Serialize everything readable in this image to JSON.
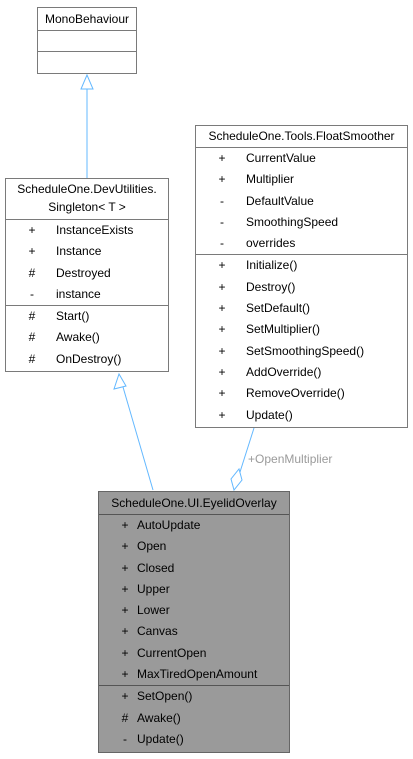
{
  "mono": {
    "title": "MonoBehaviour"
  },
  "singleton": {
    "title_line1": "ScheduleOne.DevUtilities.",
    "title_line2": "Singleton< T >",
    "attributes": [
      {
        "vis": "+",
        "name": "InstanceExists"
      },
      {
        "vis": "+",
        "name": "Instance"
      },
      {
        "vis": "#",
        "name": "Destroyed"
      },
      {
        "vis": "-",
        "name": "instance"
      }
    ],
    "methods": [
      {
        "vis": "#",
        "name": "Start()"
      },
      {
        "vis": "#",
        "name": "Awake()"
      },
      {
        "vis": "#",
        "name": "OnDestroy()"
      }
    ]
  },
  "smoother": {
    "title": "ScheduleOne.Tools.FloatSmoother",
    "attributes": [
      {
        "vis": "+",
        "name": "CurrentValue"
      },
      {
        "vis": "+",
        "name": "Multiplier"
      },
      {
        "vis": "-",
        "name": "DefaultValue"
      },
      {
        "vis": "-",
        "name": "SmoothingSpeed"
      },
      {
        "vis": "-",
        "name": "overrides"
      }
    ],
    "methods": [
      {
        "vis": "+",
        "name": "Initialize()"
      },
      {
        "vis": "+",
        "name": "Destroy()"
      },
      {
        "vis": "+",
        "name": "SetDefault()"
      },
      {
        "vis": "+",
        "name": "SetMultiplier()"
      },
      {
        "vis": "+",
        "name": "SetSmoothingSpeed()"
      },
      {
        "vis": "+",
        "name": "AddOverride()"
      },
      {
        "vis": "+",
        "name": "RemoveOverride()"
      },
      {
        "vis": "+",
        "name": "Update()"
      }
    ]
  },
  "eyelid": {
    "title": "ScheduleOne.UI.EyelidOverlay",
    "attributes": [
      {
        "vis": "+",
        "name": "AutoUpdate"
      },
      {
        "vis": "+",
        "name": "Open"
      },
      {
        "vis": "+",
        "name": "Closed"
      },
      {
        "vis": "+",
        "name": "Upper"
      },
      {
        "vis": "+",
        "name": "Lower"
      },
      {
        "vis": "+",
        "name": "Canvas"
      },
      {
        "vis": "+",
        "name": "CurrentOpen"
      },
      {
        "vis": "+",
        "name": "MaxTiredOpenAmount"
      }
    ],
    "methods": [
      {
        "vis": "+",
        "name": "SetOpen()"
      },
      {
        "vis": "#",
        "name": "Awake()"
      },
      {
        "vis": "-",
        "name": "Update()"
      }
    ]
  },
  "edge_label": "+OpenMultiplier",
  "colors": {
    "inheritance_edge": "#63b8ff",
    "association_edge": "#63b8ff",
    "focus_fill": "#9a9a9a"
  }
}
